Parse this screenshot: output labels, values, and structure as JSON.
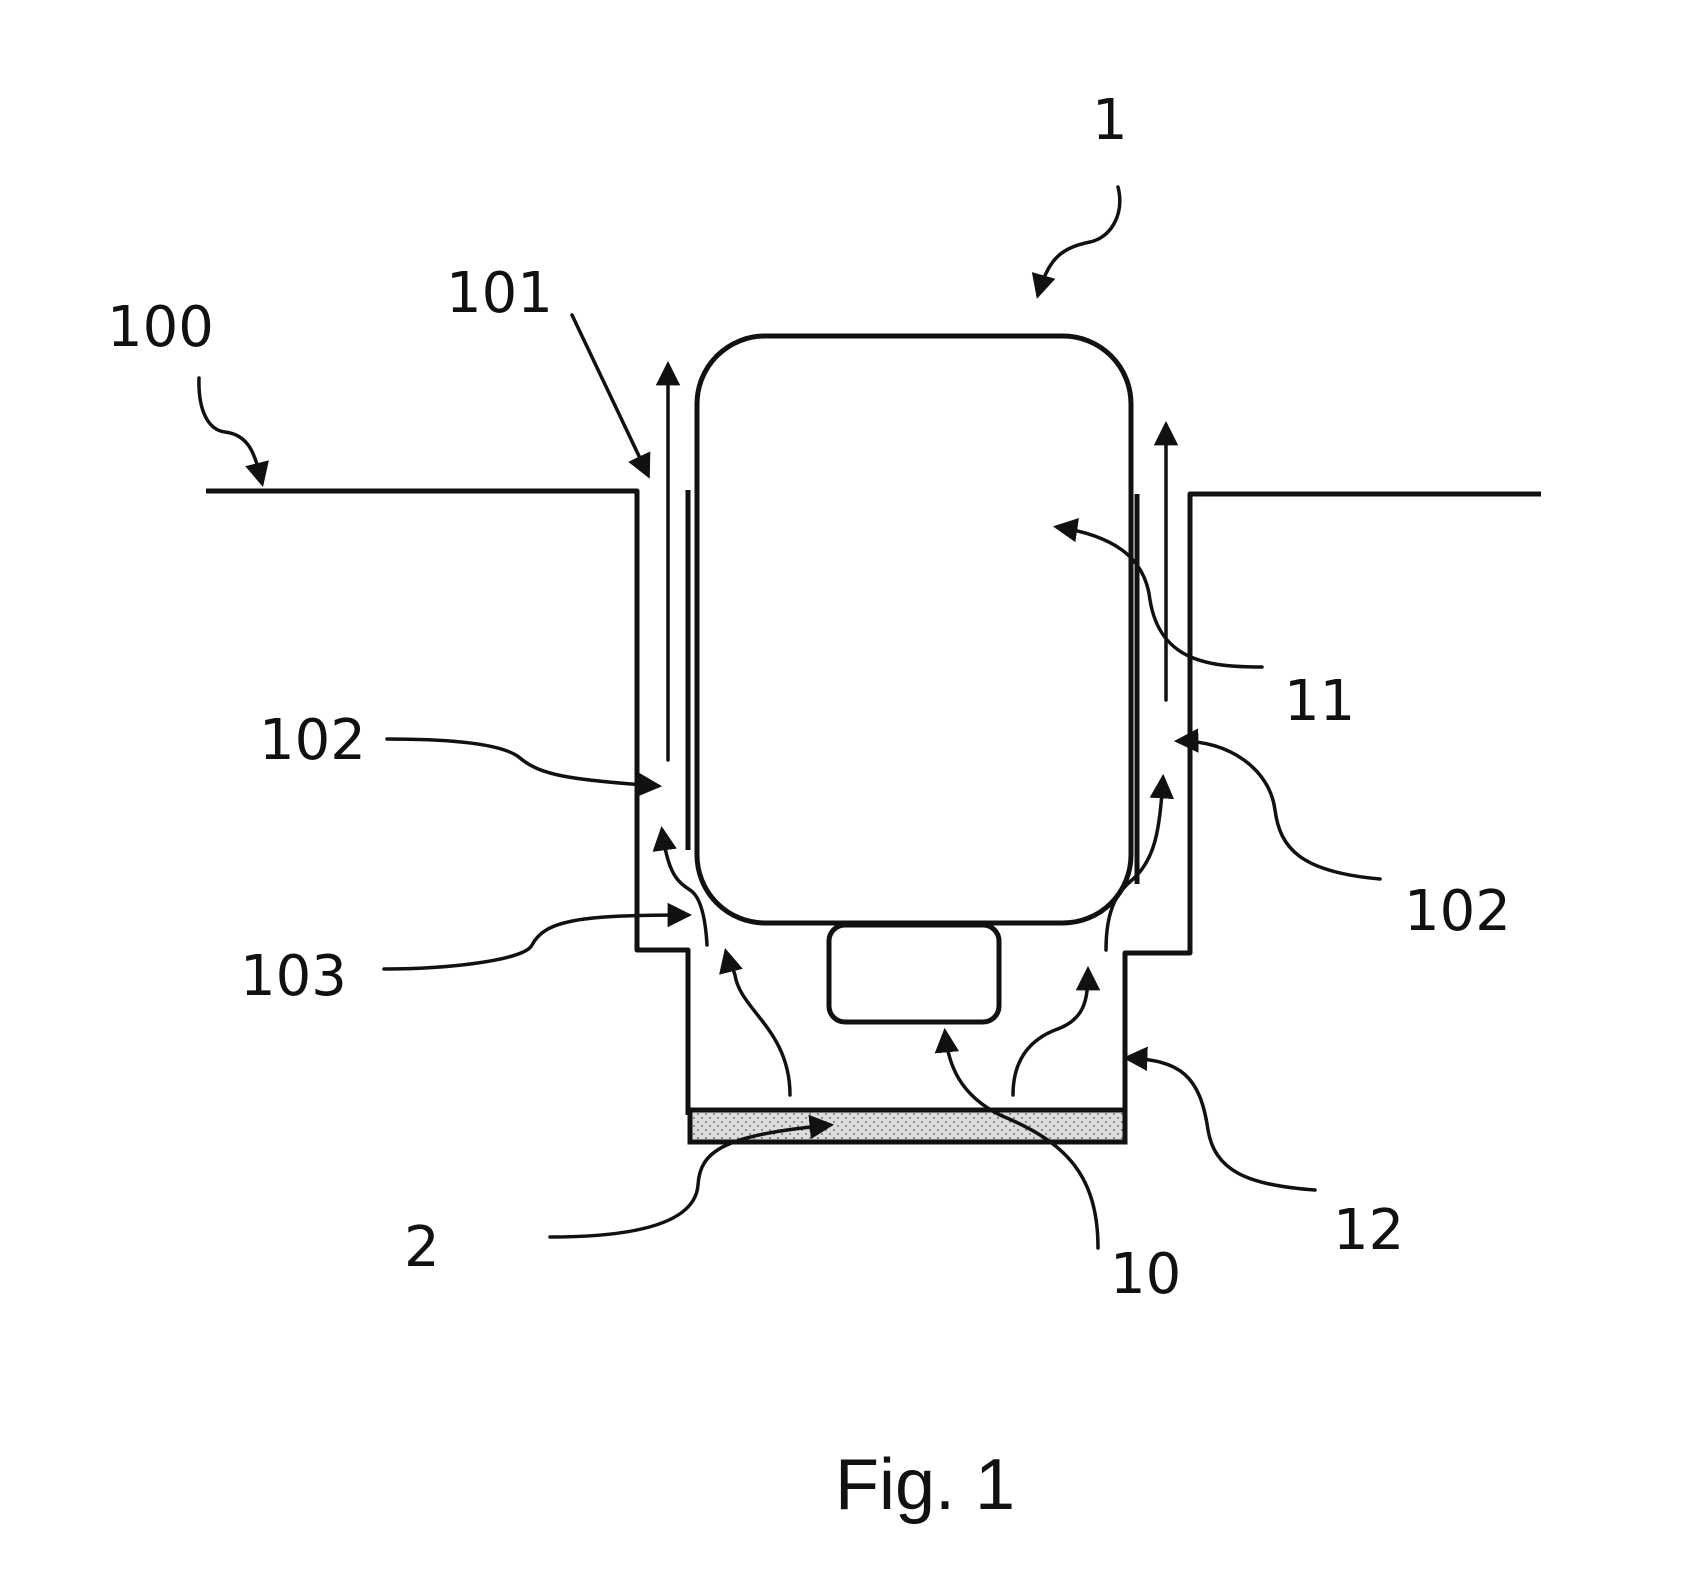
{
  "labels": {
    "device": "1",
    "ground": "100",
    "hole_opening": "101",
    "gap_left": "102",
    "gap_right": "102",
    "step": "103",
    "main_body": "11",
    "lower_part": "12",
    "sensor": "10",
    "base_layer": "2"
  },
  "caption": "Fig. 1",
  "colors": {
    "line": "#111111",
    "background": "#ffffff",
    "layer_fill": "#dcdcdc"
  }
}
